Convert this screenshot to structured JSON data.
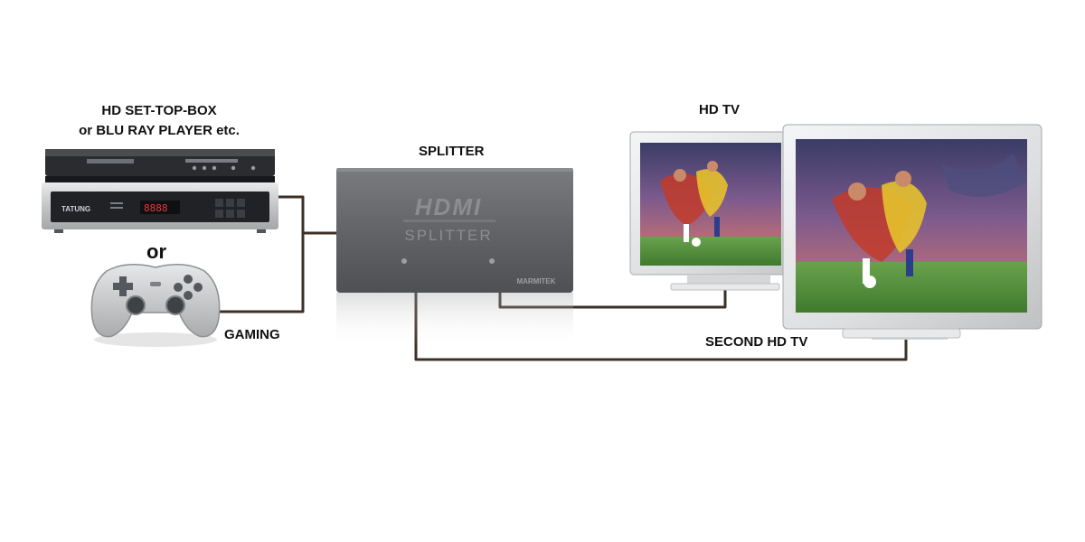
{
  "labels": {
    "source_line1": "HD SET-TOP-BOX",
    "source_line2": "or BLU RAY PLAYER etc.",
    "or": "or",
    "gaming": "GAMING",
    "splitter": "SPLITTER",
    "hd_tv": "HD TV",
    "second_hd_tv": "SECOND HD TV"
  },
  "splitter_device": {
    "logo": "HDMI",
    "name": "SPLITTER",
    "brand": "MARMITEK"
  },
  "set_top_box": {
    "brand": "TATUNG",
    "display": "8888"
  },
  "colors": {
    "cable": "#3d3127",
    "splitter_body": "#5f6063",
    "device_silver": "#c9cbcd",
    "device_black": "#222428",
    "tv_bezel": "#e4e6e8",
    "pitch_green": "#4f8f3a"
  }
}
